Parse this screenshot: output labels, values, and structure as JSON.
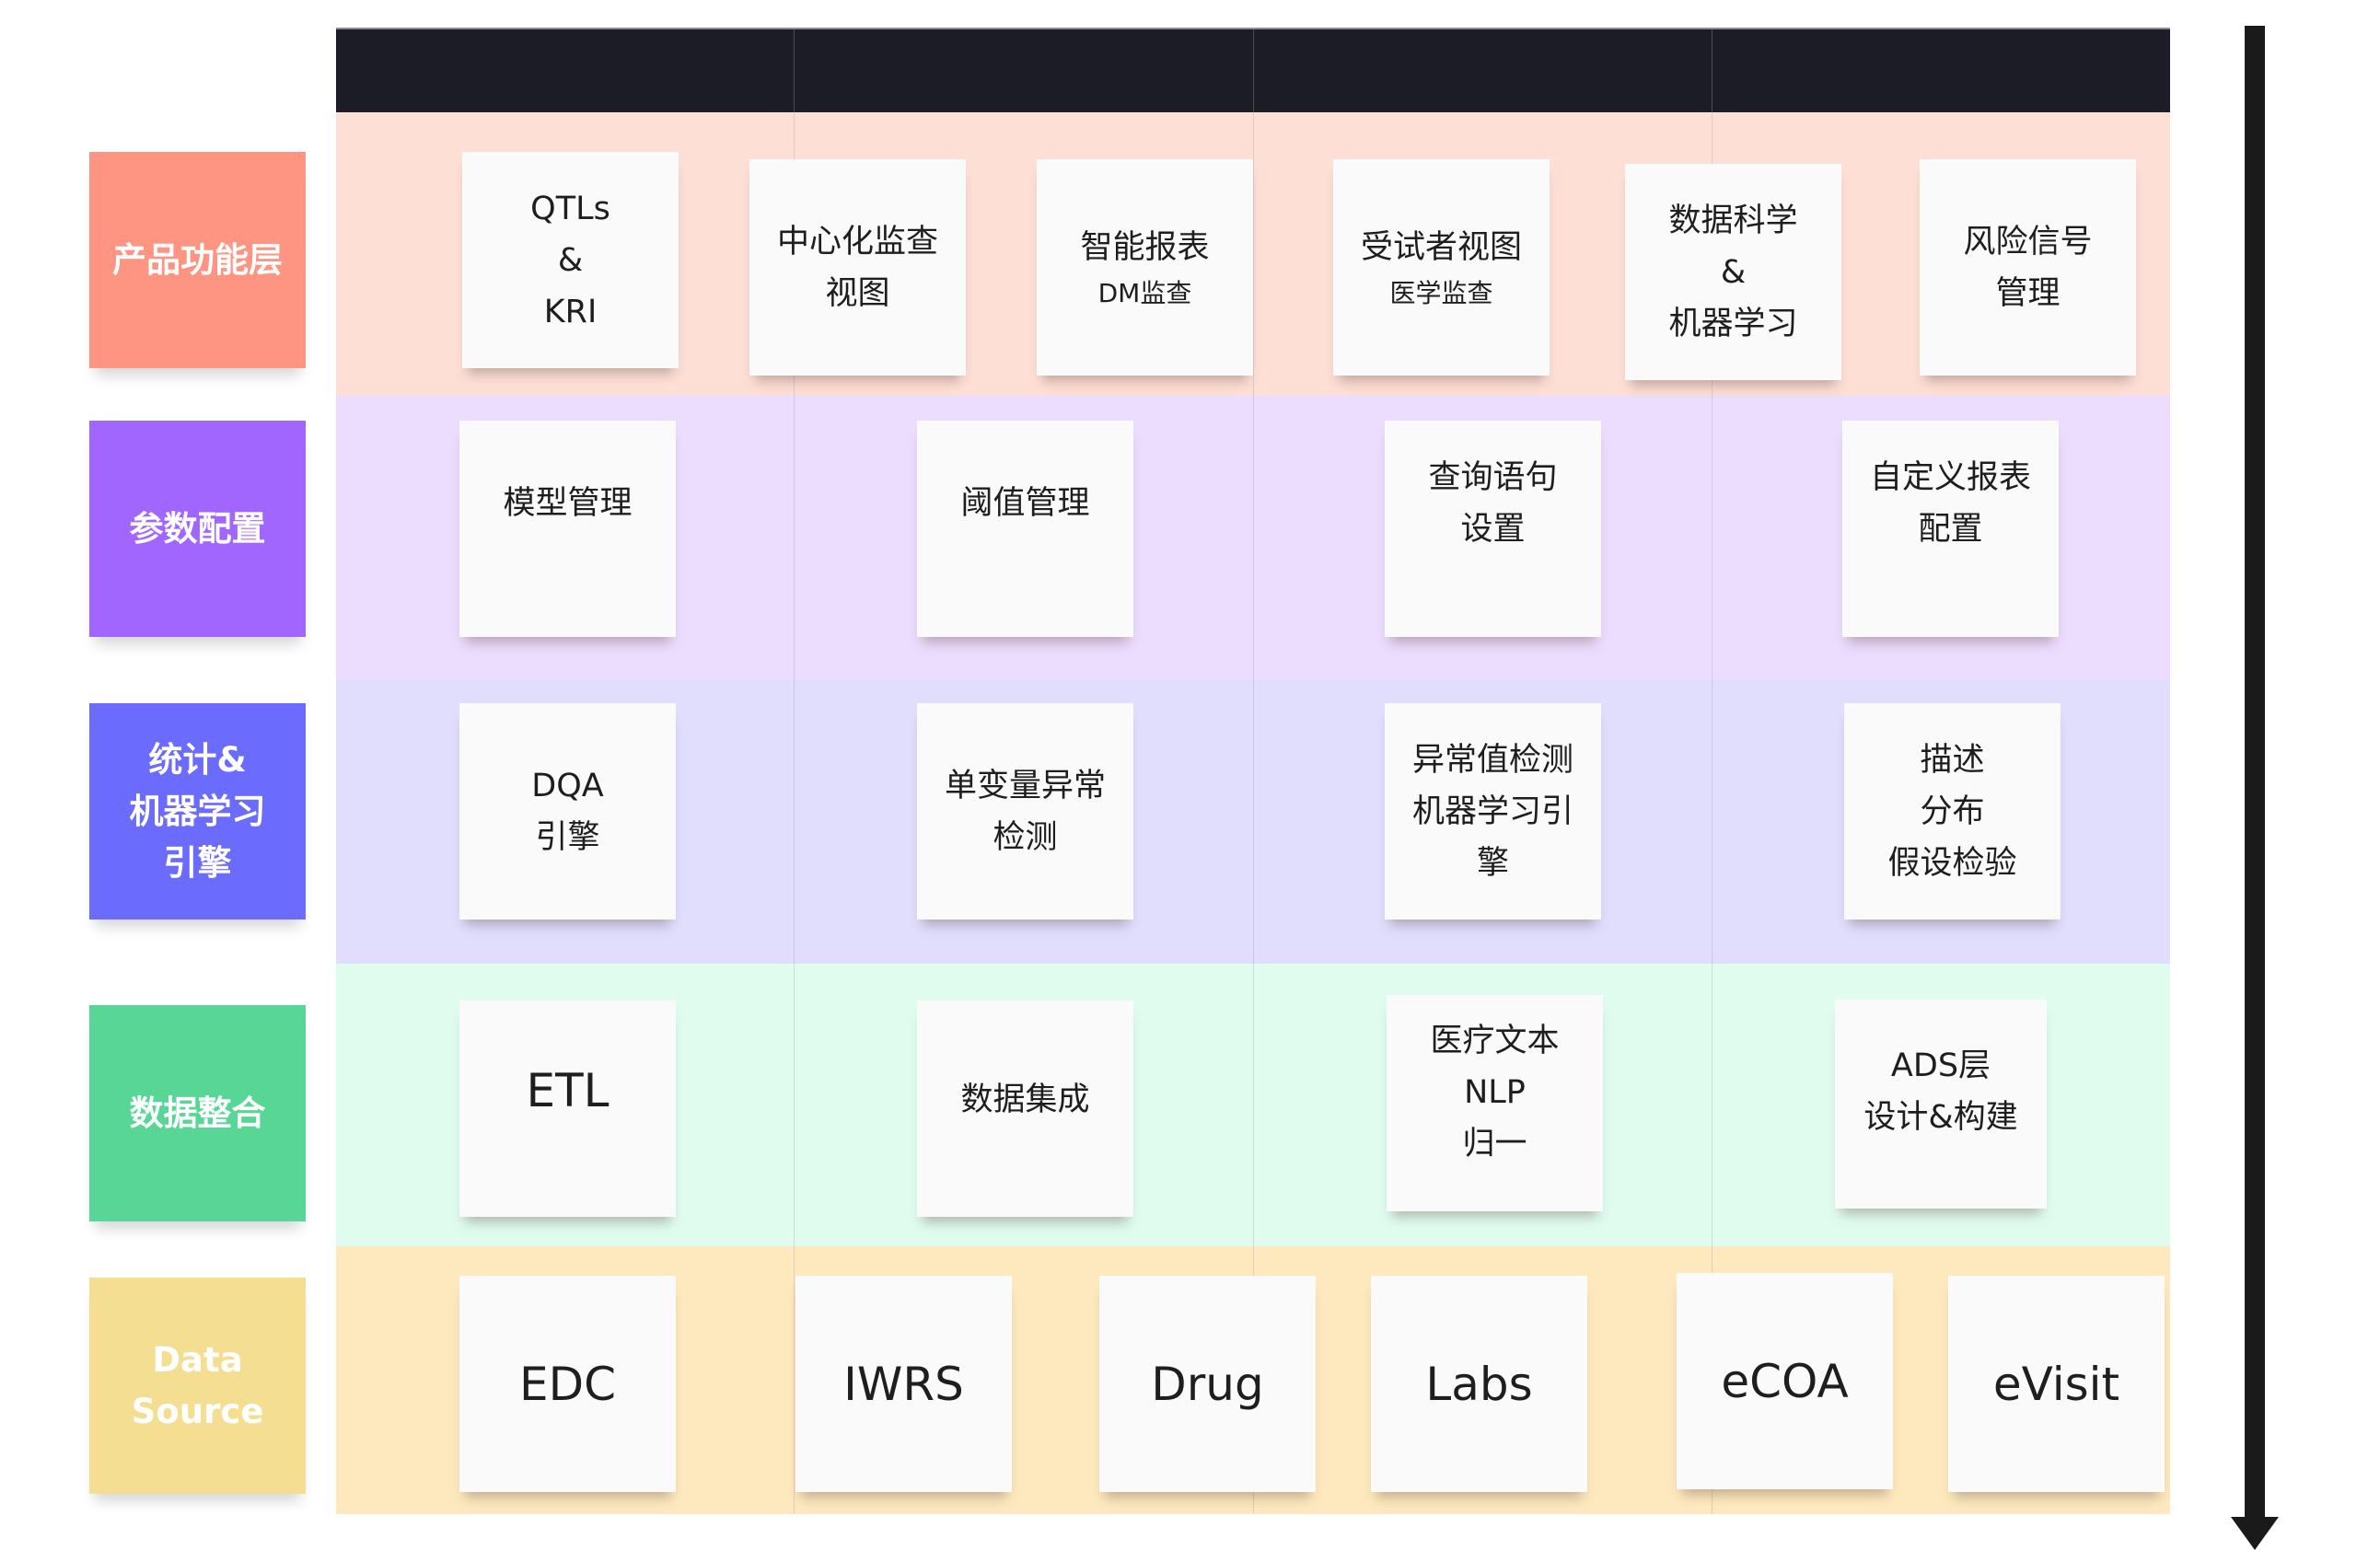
{
  "colors": {
    "header": "#1c1c26",
    "row_product": "#fddfd6",
    "row_params": "#ecdcfd",
    "row_engine": "#e0ddfd",
    "row_integration": "#dffcee",
    "row_source": "#fde9bd",
    "label_product": "#fe9582",
    "label_params": "#a066fd",
    "label_engine": "#6b6bfd",
    "label_integration": "#58d696",
    "label_source": "#f3de92",
    "card": "#fafafa",
    "arrow": "#1a1a1a"
  },
  "layers": [
    {
      "label": "产品功能层",
      "cards": [
        {
          "title": "QTLs\n&\nKRI"
        },
        {
          "title": "中心化监查\n视图"
        },
        {
          "title": "智能报表",
          "sub": "DM监查"
        },
        {
          "title": "受试者视图",
          "sub": "医学监查"
        },
        {
          "title": "数据科学\n&\n机器学习"
        },
        {
          "title": "风险信号\n管理"
        }
      ]
    },
    {
      "label": "参数配置",
      "cards": [
        {
          "title": "模型管理"
        },
        {
          "title": "阈值管理"
        },
        {
          "title": "查询语句\n设置"
        },
        {
          "title": "自定义报表\n配置"
        }
      ]
    },
    {
      "label": "统计&\n机器学习\n引擎",
      "cards": [
        {
          "title": "DQA\n引擎"
        },
        {
          "title": "单变量异常\n检测"
        },
        {
          "title": "异常值检测\n机器学习引\n擎"
        },
        {
          "title": "描述\n分布\n假设检验"
        }
      ]
    },
    {
      "label": "数据整合",
      "cards": [
        {
          "title": "ETL"
        },
        {
          "title": "数据集成"
        },
        {
          "title": "医疗文本\nNLP\n归一"
        },
        {
          "title": "ADS层\n设计&构建"
        }
      ]
    },
    {
      "label": "Data\nSource",
      "cards": [
        {
          "title": "EDC"
        },
        {
          "title": "IWRS"
        },
        {
          "title": "Drug"
        },
        {
          "title": "Labs"
        },
        {
          "title": "eCOA"
        },
        {
          "title": "eVisit"
        }
      ]
    }
  ],
  "flow_arrow": {
    "direction": "down",
    "icon": "arrow-down-icon"
  }
}
